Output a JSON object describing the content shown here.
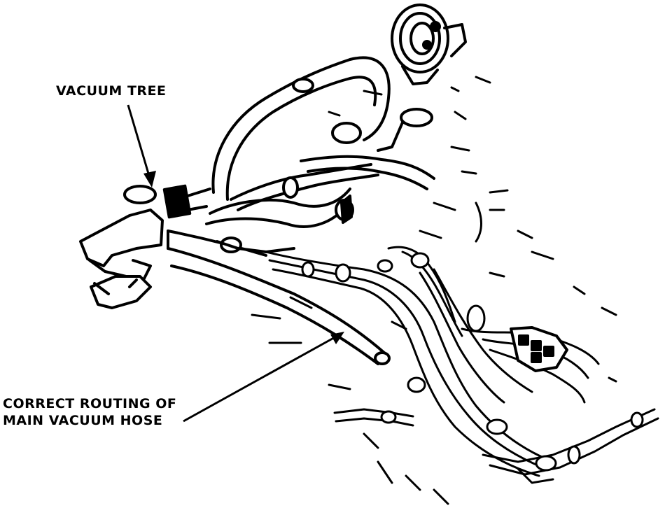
{
  "labels": {
    "vacuum_tree": "VACUUM TREE",
    "routing_line1": "CORRECT ROUTING OF",
    "routing_line2": "MAIN VACUUM HOSE"
  },
  "colors": {
    "ink": "#000000",
    "paper": "#ffffff"
  }
}
